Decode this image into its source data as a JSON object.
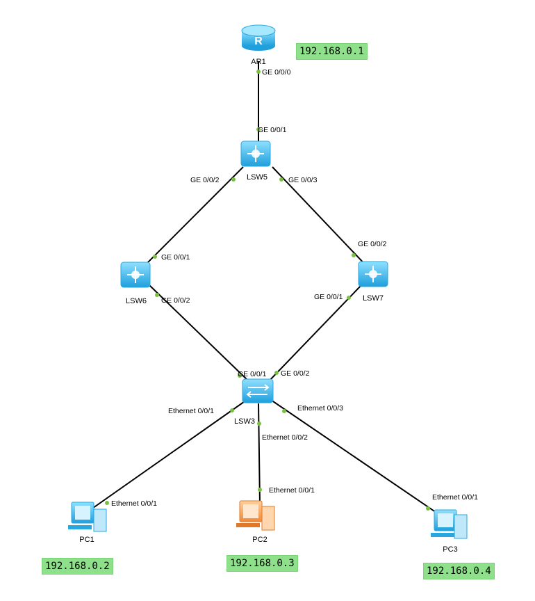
{
  "colors": {
    "link": "#000000",
    "port_dot": "#7ac142",
    "ip_bg": "#8fe08a",
    "device_blue": "#29a8e0",
    "pc_orange": "#f0a050"
  },
  "devices": {
    "ar1": {
      "name": "AR1",
      "icon": "router-icon"
    },
    "lsw5": {
      "name": "LSW5",
      "icon": "switch-icon"
    },
    "lsw6": {
      "name": "LSW6",
      "icon": "switch-icon"
    },
    "lsw7": {
      "name": "LSW7",
      "icon": "switch-icon"
    },
    "lsw3": {
      "name": "LSW3",
      "icon": "switch-icon"
    },
    "pc1": {
      "name": "PC1",
      "icon": "pc-icon"
    },
    "pc2": {
      "name": "PC2",
      "icon": "pc-icon"
    },
    "pc3": {
      "name": "PC3",
      "icon": "pc-icon"
    }
  },
  "ports": {
    "ar1_ge000": "GE 0/0/0",
    "lsw5_ge001": "GE 0/0/1",
    "lsw5_ge002": "GE 0/0/2",
    "lsw5_ge003": "GE 0/0/3",
    "lsw6_ge001": "GE 0/0/1",
    "lsw6_ge002": "GE 0/0/2",
    "lsw7_ge002": "GE 0/0/2",
    "lsw7_ge001": "GE 0/0/1",
    "lsw3_ge001": "GE 0/0/1",
    "lsw3_ge002": "GE 0/0/2",
    "lsw3_eth001": "Ethernet 0/0/1",
    "lsw3_eth002": "Ethernet 0/0/2",
    "lsw3_eth003": "Ethernet 0/0/3",
    "pc1_eth001": "Ethernet 0/0/1",
    "pc2_eth001": "Ethernet 0/0/1",
    "pc3_eth001": "Ethernet 0/0/1"
  },
  "ips": {
    "ar1": "192.168.0.1",
    "pc1": "192.168.0.2",
    "pc2": "192.168.0.3",
    "pc3": "192.168.0.4"
  }
}
